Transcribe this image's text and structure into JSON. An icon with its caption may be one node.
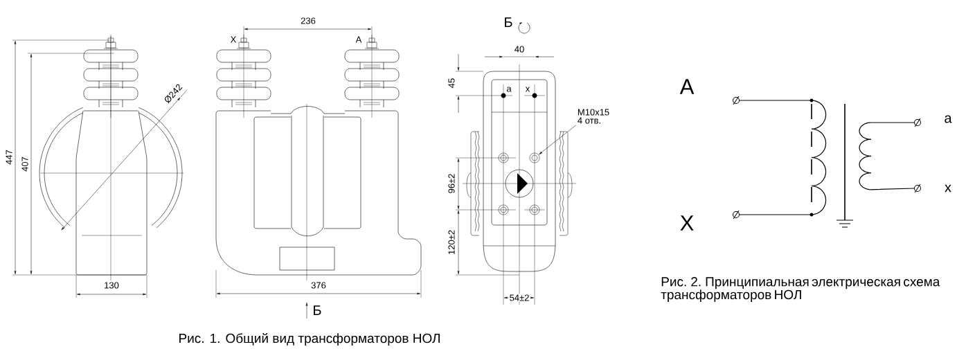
{
  "diagram": {
    "nodes": [
      {
        "text": [
          "M10x15",
          "4 отв."
        ]
      },
      {
        "text": [],
        "shape": "circle"
      }
    ],
    "edges": [
      {
        "from": 0,
        "to": 1,
        "arrow": "to"
      }
    ],
    "labels": [
      "447",
      "407",
      "Ø242",
      "130",
      "X",
      "236",
      "A",
      "376",
      "Б",
      "Б",
      "40",
      "45",
      "a",
      "x",
      "96±2",
      "120±2",
      "54±2",
      "Рис. 1. Общий вид трансформаторов НОЛ",
      "A",
      "X",
      "a",
      "x",
      "Рис. 2. Принципиальная электрическая схема трансформаторов НОЛ"
    ]
  }
}
